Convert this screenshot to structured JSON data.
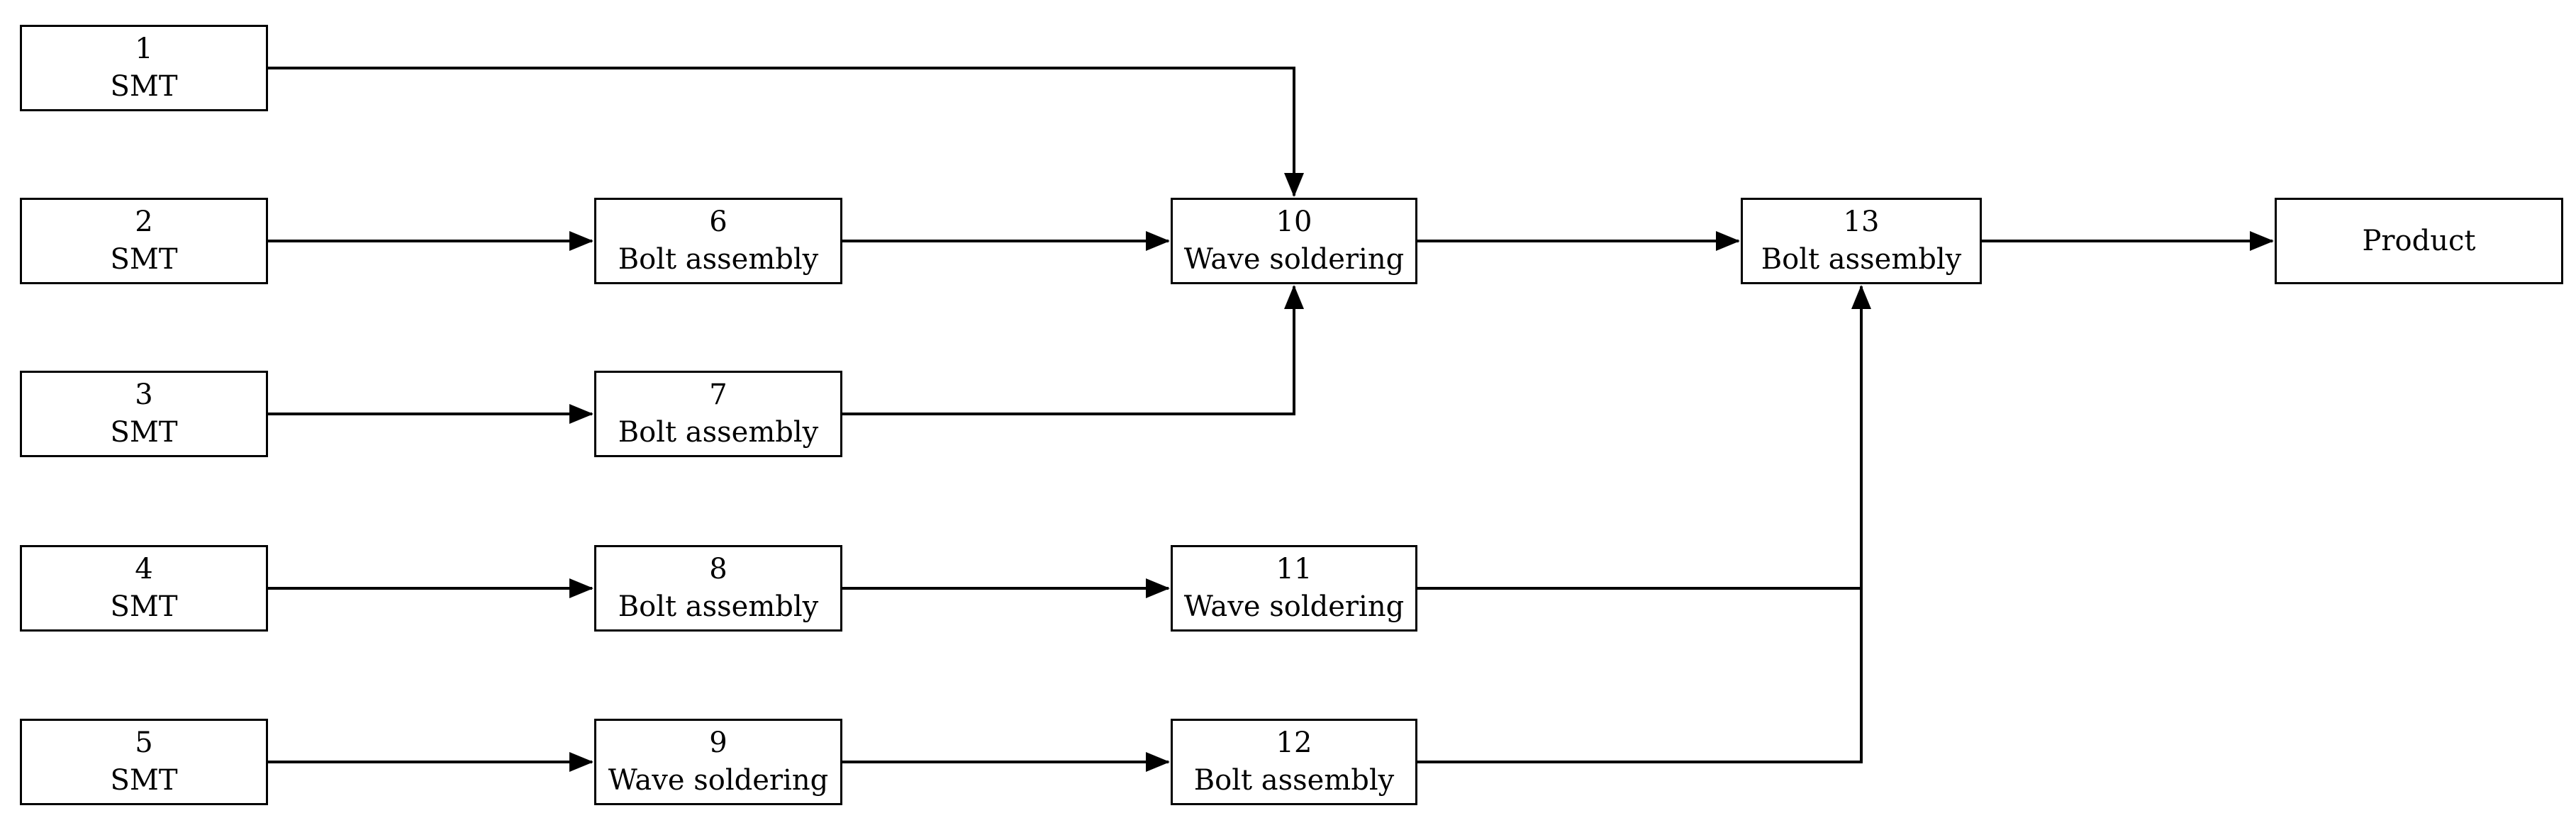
{
  "diagram": {
    "type": "process-flowchart",
    "background_color": "#ffffff",
    "box_border_color": "#000000",
    "arrow_color": "#000000",
    "text_color": "#000000",
    "nodes": {
      "n1": {
        "number": "1",
        "name": "SMT"
      },
      "n2": {
        "number": "2",
        "name": "SMT"
      },
      "n3": {
        "number": "3",
        "name": "SMT"
      },
      "n4": {
        "number": "4",
        "name": "SMT"
      },
      "n5": {
        "number": "5",
        "name": "SMT"
      },
      "n6": {
        "number": "6",
        "name": "Bolt assembly"
      },
      "n7": {
        "number": "7",
        "name": "Bolt assembly"
      },
      "n8": {
        "number": "8",
        "name": "Bolt assembly"
      },
      "n9": {
        "number": "9",
        "name": "Wave soldering"
      },
      "n10": {
        "number": "10",
        "name": "Wave soldering"
      },
      "n11": {
        "number": "11",
        "name": "Wave soldering"
      },
      "n12": {
        "number": "12",
        "name": "Bolt assembly"
      },
      "n13": {
        "number": "13",
        "name": "Bolt assembly"
      },
      "product": {
        "name": "Product"
      }
    },
    "edges": [
      {
        "from": "1",
        "to": "10"
      },
      {
        "from": "2",
        "to": "6"
      },
      {
        "from": "6",
        "to": "10"
      },
      {
        "from": "3",
        "to": "7"
      },
      {
        "from": "7",
        "to": "10"
      },
      {
        "from": "10",
        "to": "13"
      },
      {
        "from": "4",
        "to": "8"
      },
      {
        "from": "8",
        "to": "11"
      },
      {
        "from": "11",
        "to": "13"
      },
      {
        "from": "5",
        "to": "9"
      },
      {
        "from": "9",
        "to": "12"
      },
      {
        "from": "12",
        "to": "13"
      },
      {
        "from": "13",
        "to": "product"
      }
    ]
  }
}
